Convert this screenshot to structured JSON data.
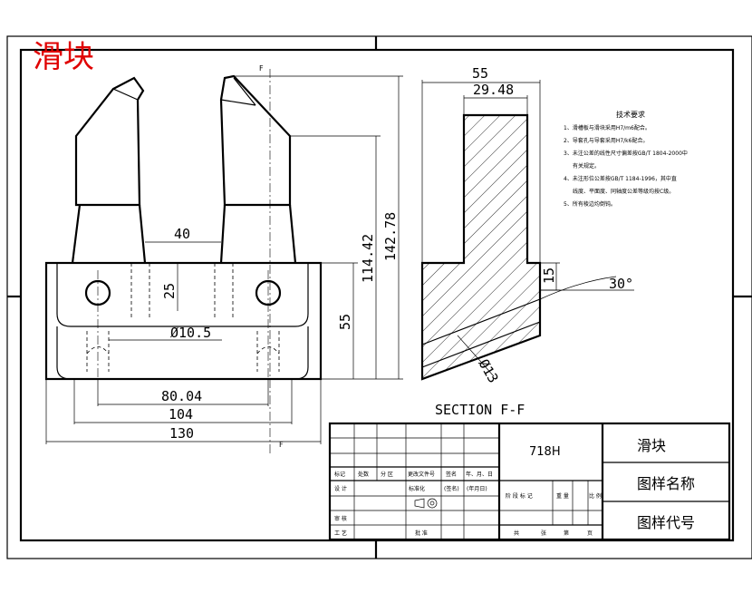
{
  "stamp": "滑块",
  "section_marker": "F",
  "section_title": "SECTION F-F",
  "front_view": {
    "dims": {
      "width_overall": "130",
      "width_holes_outer": "104",
      "width_holes": "80.04",
      "gap_width": "40",
      "hole_offset": "25",
      "hole_dia": "Ø10.5",
      "base_height": "55",
      "mid_height": "114.42",
      "total_height": "142.78"
    }
  },
  "section_view": {
    "dims": {
      "top_width": "55",
      "inner_width": "29.48",
      "step": "15",
      "angle": "30°",
      "dia": "Ø13"
    }
  },
  "notes": {
    "title": "技术要求",
    "items": [
      "1、滑槽板与滑块采用H7/m6配合。",
      "2、导套孔与导套采用H7/k6配合。",
      "3、未注公差的线性尺寸偏差按GB/T 1804-2000中",
      "有关规定。",
      "4、未注形位公差按GB/T 1184-1996，其中直",
      "线度、平面度、同轴度公差等级均按C级。",
      "5、所有棱边均倒钝。"
    ]
  },
  "title_block": {
    "material": "718H",
    "part_name": "滑块",
    "drawing_name": "图样名称",
    "drawing_code": "图样代号",
    "headers": [
      "标记",
      "处数",
      "分 区",
      "更改文件号",
      "签名",
      "年、月、日"
    ],
    "row_design": "设 计",
    "row_std": "标准化",
    "sig": "(签名)",
    "date": "(年月日)",
    "stage_labels": [
      "阶 段 标 记",
      "重 量",
      "比 例"
    ],
    "row_check": "审 核",
    "row_process": "工 艺",
    "row_approve": "批 准",
    "sheets": [
      "共",
      "张",
      "第",
      "页"
    ]
  }
}
